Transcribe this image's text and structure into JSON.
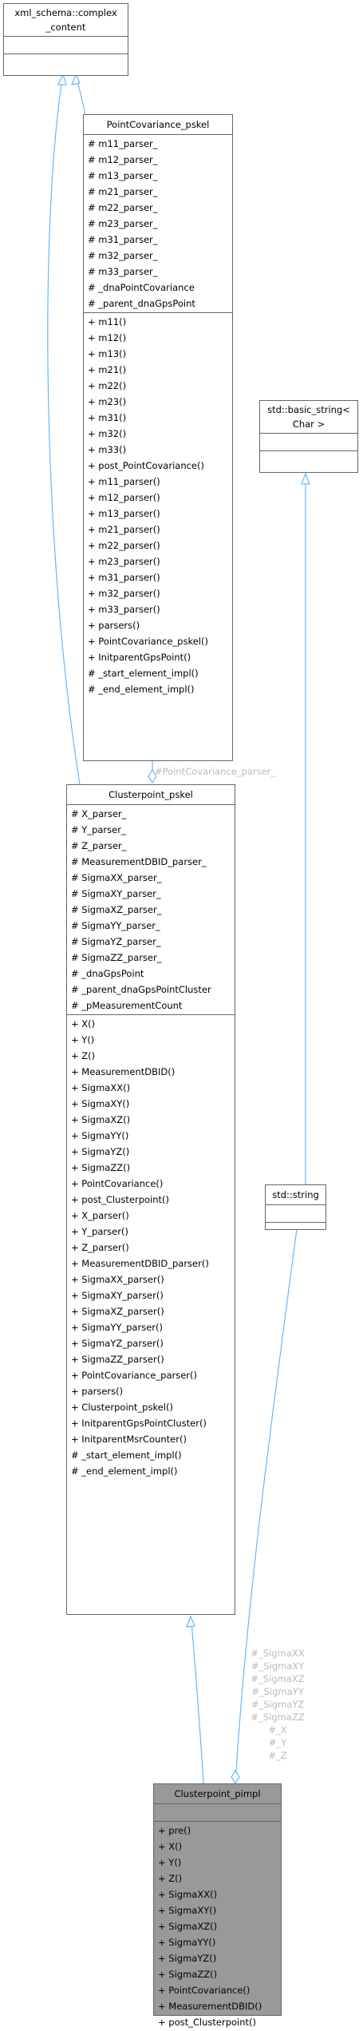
{
  "classes": {
    "complex_content": {
      "name": "xml_schema::complex\n_content",
      "attributes": [],
      "methods": []
    },
    "point_covariance_pskel": {
      "name": "PointCovariance_pskel",
      "attributes": [
        "# m11_parser_",
        "# m12_parser_",
        "# m13_parser_",
        "# m21_parser_",
        "# m22_parser_",
        "# m23_parser_",
        "# m31_parser_",
        "# m32_parser_",
        "# m33_parser_",
        "# _dnaPointCovariance",
        "# _parent_dnaGpsPoint"
      ],
      "methods": [
        "+ m11()",
        "+ m12()",
        "+ m13()",
        "+ m21()",
        "+ m22()",
        "+ m23()",
        "+ m31()",
        "+ m32()",
        "+ m33()",
        "+ post_PointCovariance()",
        "+ m11_parser()",
        "+ m12_parser()",
        "+ m13_parser()",
        "+ m21_parser()",
        "+ m22_parser()",
        "+ m23_parser()",
        "+ m31_parser()",
        "+ m32_parser()",
        "+ m33_parser()",
        "+ parsers()",
        "+ PointCovariance_pskel()",
        "+ InitparentGpsPoint()",
        "# _start_element_impl()",
        "# _end_element_impl()"
      ]
    },
    "basic_string": {
      "name": "std::basic_string<\nChar >",
      "attributes": [],
      "methods": []
    },
    "clusterpoint_pskel": {
      "name": "Clusterpoint_pskel",
      "attributes": [
        "# X_parser_",
        "# Y_parser_",
        "# Z_parser_",
        "# MeasurementDBID_parser_",
        "# SigmaXX_parser_",
        "# SigmaXY_parser_",
        "# SigmaXZ_parser_",
        "# SigmaYY_parser_",
        "# SigmaYZ_parser_",
        "# SigmaZZ_parser_",
        "# _dnaGpsPoint",
        "# _parent_dnaGpsPointCluster",
        "# _pMeasurementCount"
      ],
      "methods": [
        "+ X()",
        "+ Y()",
        "+ Z()",
        "+ MeasurementDBID()",
        "+ SigmaXX()",
        "+ SigmaXY()",
        "+ SigmaXZ()",
        "+ SigmaYY()",
        "+ SigmaYZ()",
        "+ SigmaZZ()",
        "+ PointCovariance()",
        "+ post_Clusterpoint()",
        "+ X_parser()",
        "+ Y_parser()",
        "+ Z_parser()",
        "+ MeasurementDBID_parser()",
        "+ SigmaXX_parser()",
        "+ SigmaXY_parser()",
        "+ SigmaXZ_parser()",
        "+ SigmaYY_parser()",
        "+ SigmaYZ_parser()",
        "+ SigmaZZ_parser()",
        "+ PointCovariance_parser()",
        "+ parsers()",
        "+ Clusterpoint_pskel()",
        "+ InitparentGpsPointCluster()",
        "+ InitparentMsrCounter()",
        "# _start_element_impl()",
        "# _end_element_impl()"
      ]
    },
    "std_string": {
      "name": "std::string",
      "attributes": [],
      "methods": []
    },
    "clusterpoint_pimpl": {
      "name": "Clusterpoint_pimpl",
      "attributes": [],
      "methods": [
        "+ pre()",
        "+ X()",
        "+ Y()",
        "+ Z()",
        "+ SigmaXX()",
        "+ SigmaXY()",
        "+ SigmaXZ()",
        "+ SigmaYY()",
        "+ SigmaYZ()",
        "+ SigmaZZ()",
        "+ PointCovariance()",
        "+ MeasurementDBID()",
        "+ post_Clusterpoint()"
      ]
    }
  },
  "edge_labels": {
    "point_covariance_member": "#PointCovariance_parser_",
    "string_members": [
      "#_SigmaXX",
      "#_SigmaXY",
      "#_SigmaXZ",
      "#_SigmaYY",
      "#_SigmaYZ",
      "#_SigmaZZ",
      "#_X",
      "#_Y",
      "#_Z"
    ]
  },
  "colors": {
    "edge": "#63b8ff",
    "border": "#666666",
    "highlight_fill": "#999999",
    "label": "#bbbbbb"
  }
}
